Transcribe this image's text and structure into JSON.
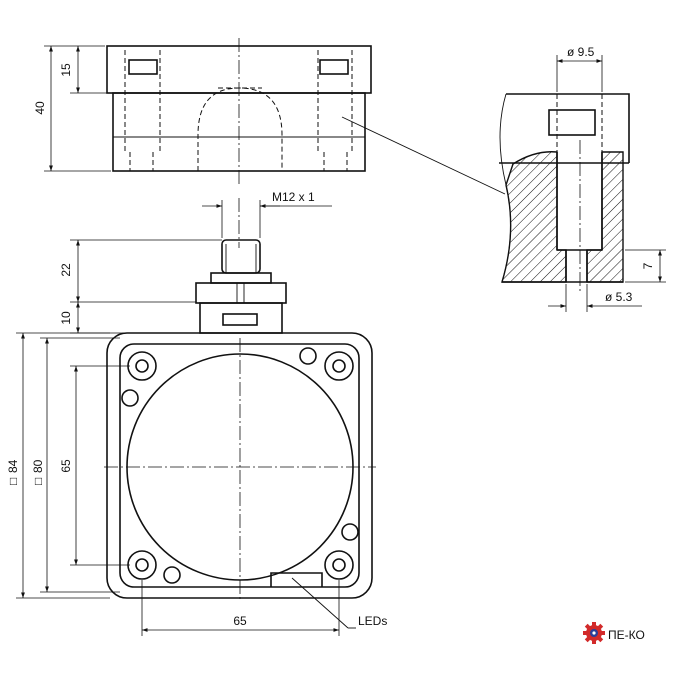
{
  "dimensions": {
    "top_flange_height": "15",
    "top_total_height": "40",
    "thread": "M12 x 1",
    "connector_length": "22",
    "collar_height": "10",
    "housing_outer": "84",
    "housing_inner": "80",
    "hole_spacing_vertical": "65",
    "hole_spacing_horizontal": "65",
    "detail_bore_dia": "ø 9.5",
    "detail_hole_dia": "ø 5.3",
    "detail_bore_depth": "7"
  },
  "labels": {
    "leds": "LEDs",
    "square_symbol_1": "□",
    "square_symbol_2": "□"
  },
  "logo": {
    "text": "ПЕ-КО",
    "colors": {
      "gear_red": "#d22a2a",
      "gear_blue": "#2a3f9a"
    }
  }
}
